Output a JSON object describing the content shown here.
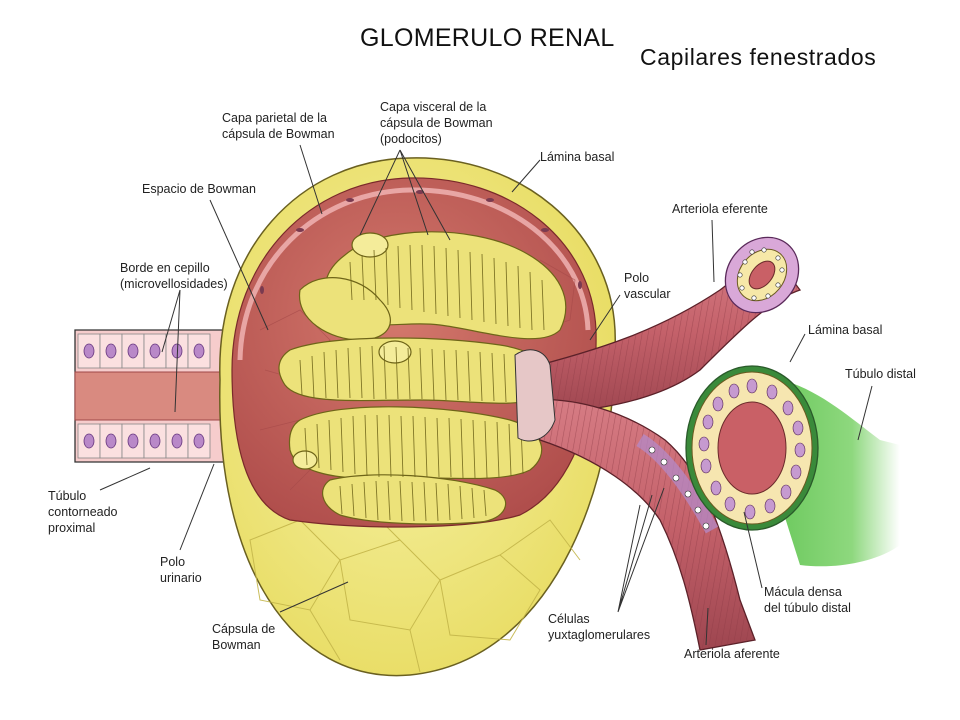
{
  "title": "GLOMERULO RENAL",
  "subtitle": "Capilares fenestrados",
  "labels": {
    "capa_parietal": [
      "Capa parietal de la",
      "cápsula de Bowman"
    ],
    "capa_visceral": [
      "Capa visceral de la",
      "cápsula de Bowman",
      "(podocitos)"
    ],
    "lamina_basal_top": [
      "Lámina basal"
    ],
    "espacio_bowman": [
      "Espacio de Bowman"
    ],
    "arteriola_eferente": [
      "Arteriola eferente"
    ],
    "borde_cepillo": [
      "Borde en cepillo",
      "(microvellosidades)"
    ],
    "polo_vascular": [
      "Polo",
      "vascular"
    ],
    "lamina_basal_right": [
      "Lámina basal"
    ],
    "tubulo_distal": [
      "Túbulo distal"
    ],
    "tubulo_proximal": [
      "Túbulo",
      "contorneado",
      "proximal"
    ],
    "polo_urinario": [
      "Polo",
      "urinario"
    ],
    "celulas_yuxta": [
      "Células",
      "yuxtaglomerulares"
    ],
    "macula_densa": [
      "Mácula densa",
      "del túbulo distal"
    ],
    "capsula_bowman": [
      "Cápsula de",
      "Bowman"
    ],
    "arteriola_aferente": [
      "Arteriola aferente"
    ]
  },
  "colors": {
    "capsule_yellow": "#f2ec86",
    "interior_red": "#c2605a",
    "capillary_yellow": "#ece27a",
    "tubule_pink": "#f6cccc",
    "arteriole": "#c4616a",
    "distal_green": "#7ad06a"
  }
}
